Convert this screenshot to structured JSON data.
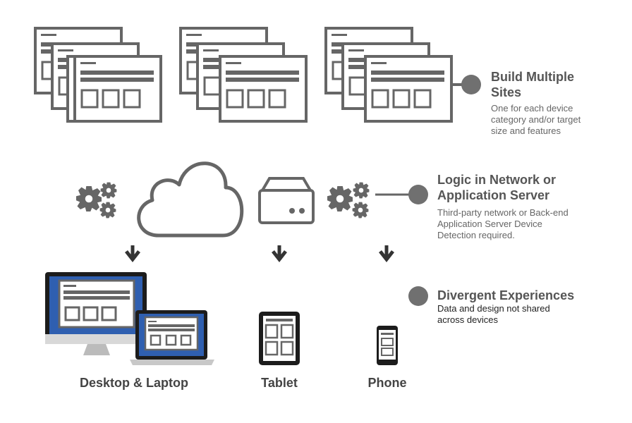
{
  "annotations": {
    "build": {
      "title_line1": "Build Multiple",
      "title_line2": "Sites",
      "desc": [
        "One for each device",
        "category and/or target",
        "size and features"
      ]
    },
    "logic": {
      "title_line1": "Logic in Network or",
      "title_line2": "Application Server",
      "desc": [
        "Third-party network or Back-end",
        "Application Server Device",
        "Detection required."
      ]
    },
    "divergent": {
      "title": "Divergent Experiences",
      "desc": [
        "Data and design not shared",
        "across devices"
      ]
    }
  },
  "devices": {
    "desktop_label": "Desktop & Laptop",
    "tablet_label": "Tablet",
    "phone_label": "Phone"
  },
  "colors": {
    "gray": "#666666",
    "dot": "#707070",
    "screen_blue": "#2f5fb0"
  }
}
